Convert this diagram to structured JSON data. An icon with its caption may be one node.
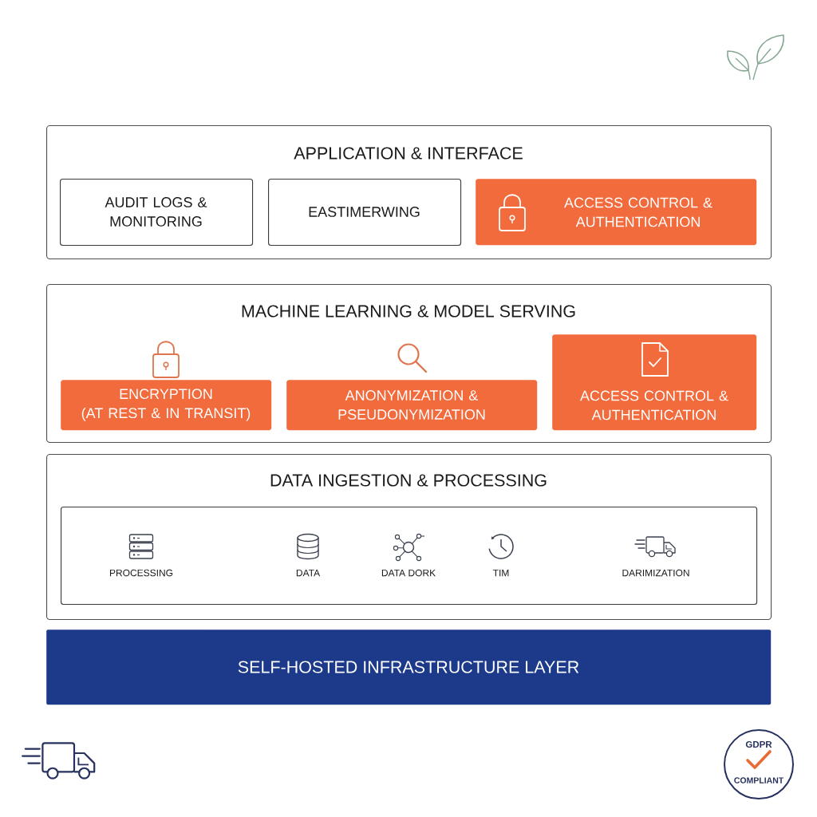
{
  "diagram": {
    "nodes": [
      {
        "text": [
          "APPLICATION & INTERFACE"
        ]
      },
      {
        "text": [
          "AUDIT LOGS & MONITORING"
        ],
        "in": 0
      },
      {
        "text": [
          "EASTIMERWING"
        ],
        "in": 0
      },
      {
        "text": [
          "ACCESS CONTROL & AUTHENTICATION"
        ],
        "in": 0
      },
      {
        "text": [
          "MACHINE LEARNING & MODEL SERVING"
        ]
      },
      {
        "text": [
          "ENCRYPTION (AT REST & IN TRANSIT)"
        ],
        "in": 4
      },
      {
        "text": [
          "ANONYMIZATION & PSEUDONYMIZATION"
        ],
        "in": 4
      },
      {
        "text": [
          "ACCESS CONTROL & AUTHENTICATION"
        ],
        "in": 4
      },
      {
        "text": [
          "DATA INGESTION & PROCESSING"
        ]
      },
      {
        "text": [
          "PROCESSING",
          "DATA",
          "DATA DORK",
          "TIM",
          "DARIMIZATION"
        ],
        "in": 8
      },
      {
        "text": [
          "SELF-HOSTED INFRASTRUCTURE LAYER"
        ]
      }
    ],
    "labels": [
      "GDPR",
      "COMPLIANT"
    ]
  }
}
